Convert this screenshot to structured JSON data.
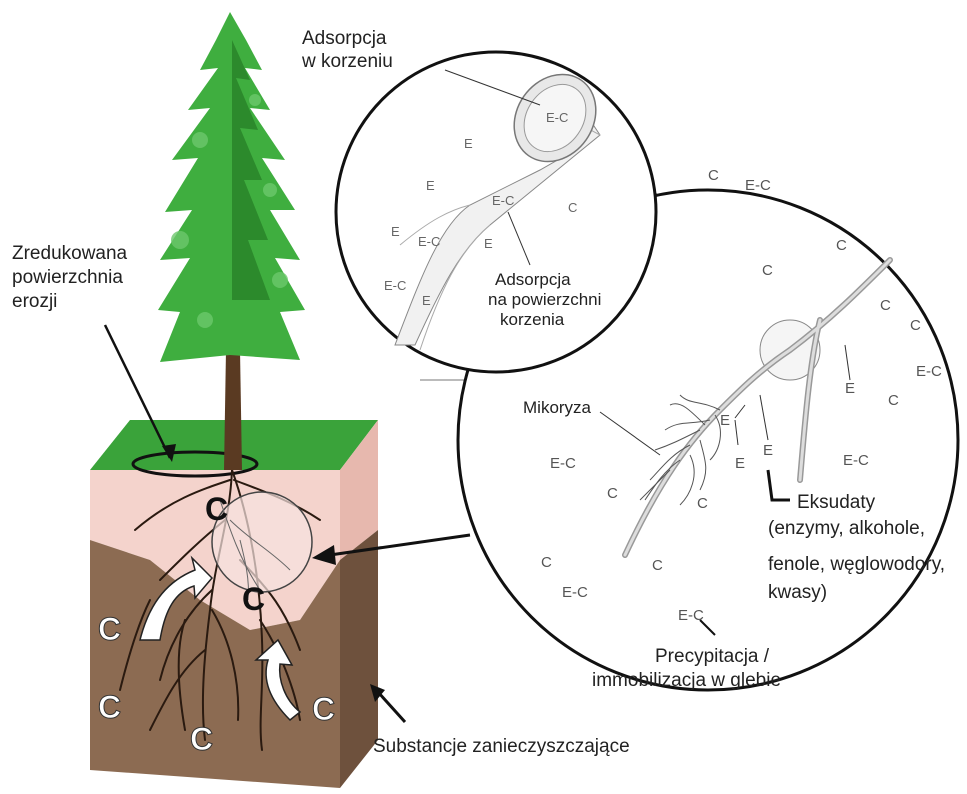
{
  "labels": {
    "root_adsorption": [
      "Adsorpcja",
      "w korzeniu"
    ],
    "reduced_erosion": [
      "Zredukowana",
      "powierzchnia",
      "erozji"
    ],
    "surface_adsorption": [
      "Adsorpcja",
      "na powierzchni",
      "korzenia"
    ],
    "mycorrhiza": "Mikoryza",
    "exudates": [
      "Eksudaty",
      "(enzymy, alkohole,",
      "fenole, węglowodory,",
      "kwasy)"
    ],
    "precipitation": [
      "Precypitacja /",
      "immobilizacja w glebie"
    ],
    "contaminants": "Substancje zanieczyszczające"
  },
  "symbols": {
    "contaminant": "C",
    "enzyme": "E",
    "complex": "E-C"
  },
  "colors": {
    "foliage": "#3fae3f",
    "foliage_dark": "#2c8a2c",
    "trunk": "#5a3a22",
    "grass": "#3aa33a",
    "topsoil": "#f4d3cc",
    "subsoil": "#8c6b52",
    "subsoil_side": "#6e513d",
    "root": "#2a1a10",
    "arrow_fill": "#ffffff"
  }
}
